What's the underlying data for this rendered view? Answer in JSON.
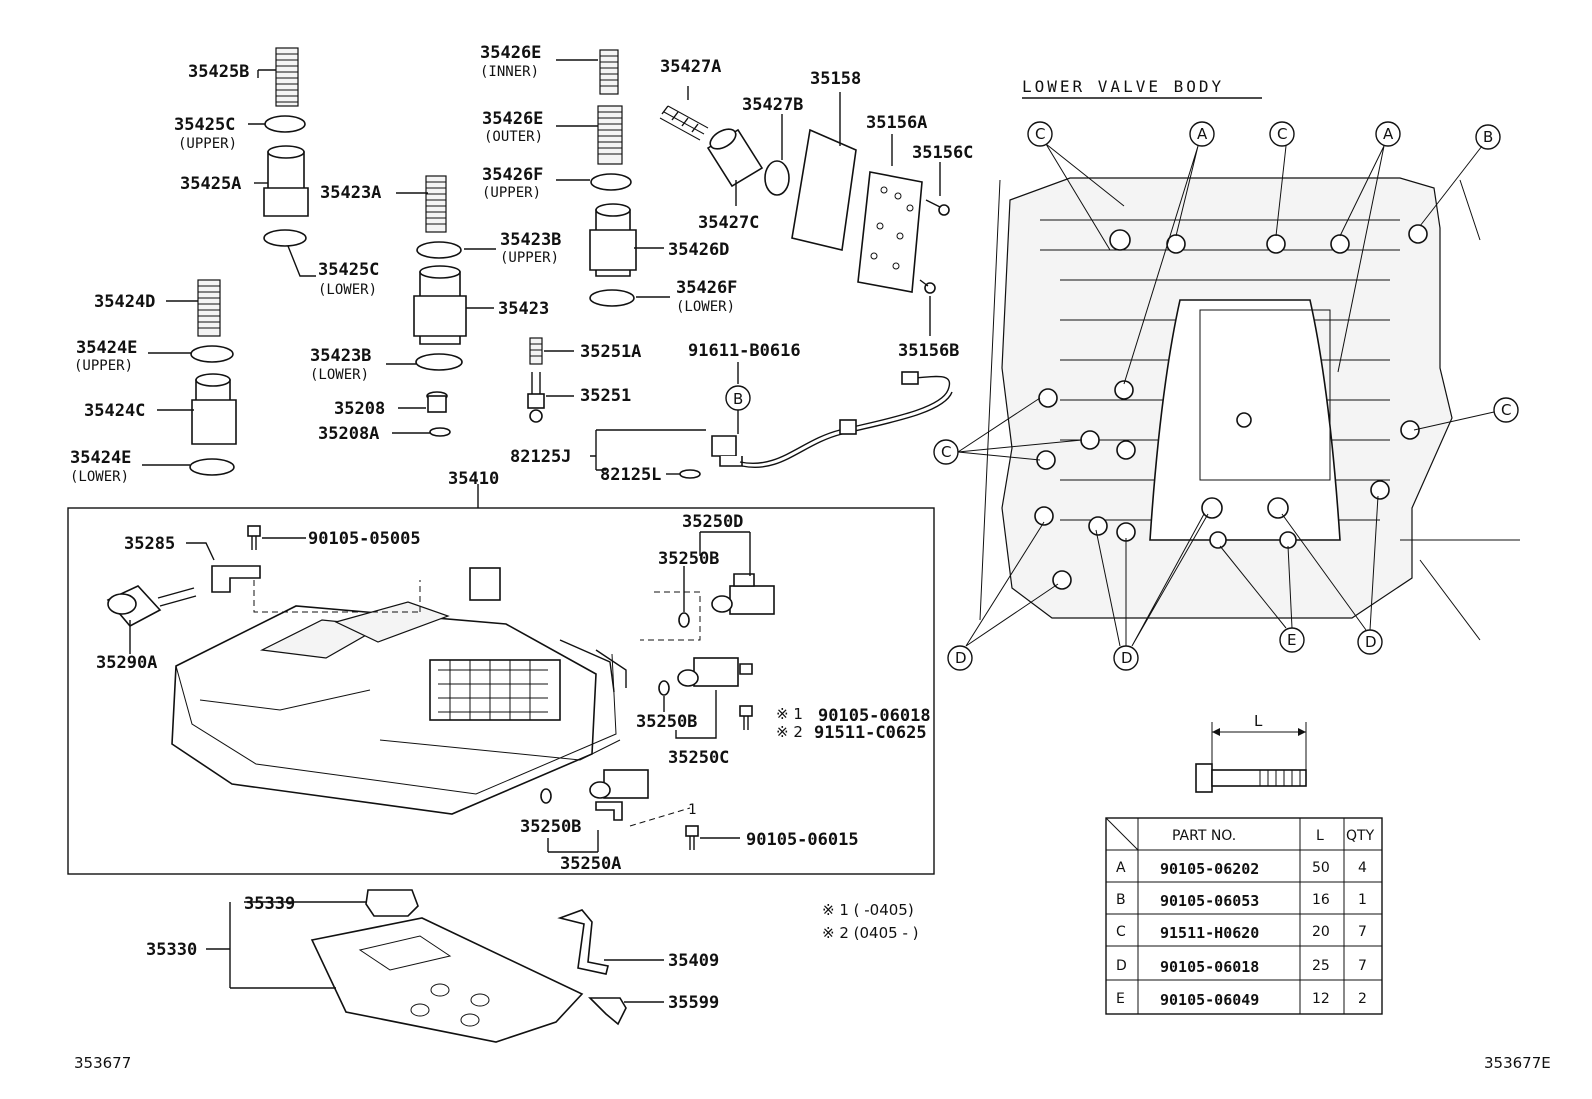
{
  "title": "LOWER VALVE BODY",
  "parts": {
    "p35425B": "35425B",
    "p35425C_u": "35425C",
    "p35425C_u_note": "(UPPER)",
    "p35425A": "35425A",
    "p35425C_l": "35425C",
    "p35425C_l_note": "(LOWER)",
    "p35424D": "35424D",
    "p35424E_u": "35424E",
    "p35424E_u_note": "(UPPER)",
    "p35424C": "35424C",
    "p35424E_l": "35424E",
    "p35424E_l_note": "(LOWER)",
    "p35426E_i": "35426E",
    "p35426E_i_note": "(INNER)",
    "p35426E_o": "35426E",
    "p35426E_o_note": "(OUTER)",
    "p35426F_u": "35426F",
    "p35426F_u_note": "(UPPER)",
    "p35423A": "35423A",
    "p35423B_u": "35423B",
    "p35423B_u_note": "(UPPER)",
    "p35426D": "35426D",
    "p35426F_l": "35426F",
    "p35426F_l_note": "(LOWER)",
    "p35423": "35423",
    "p35423B_l": "35423B",
    "p35423B_l_note": "(LOWER)",
    "p35251A": "35251A",
    "p35251": "35251",
    "p35208": "35208",
    "p35208A": "35208A",
    "p35427A": "35427A",
    "p35427B": "35427B",
    "p35427C": "35427C",
    "p35158": "35158",
    "p35156A": "35156A",
    "p35156C": "35156C",
    "p35156B": "35156B",
    "p91611": "91611-B0616",
    "p82125J": "82125J",
    "p82125L": "82125L",
    "p35410": "35410",
    "p35285": "35285",
    "p90105_05005": "90105-05005",
    "p35290A": "35290A",
    "p35250D": "35250D",
    "p35250B_1": "35250B",
    "p35250B_2": "35250B",
    "p35250C": "35250C",
    "p35250B_3": "35250B",
    "p35250A": "35250A",
    "p90105_06018": "90105-06018",
    "p91511_C0625": "91511-C0625",
    "p90105_06015": "90105-06015",
    "p35339": "35339",
    "p35330": "35330",
    "p35409": "35409",
    "p35599": "35599"
  },
  "notes": {
    "m1": "※ 1",
    "m2": "※ 2",
    "n1": "※ 1 (        -0405)",
    "n2": "※ 2 (0405 -       )",
    "tick": "1"
  },
  "callouts": {
    "A": "A",
    "B": "B",
    "C": "C",
    "D": "D",
    "E": "E"
  },
  "bolt_dim": "L",
  "table": {
    "headers": [
      "",
      "PART NO.",
      "L",
      "QTY"
    ],
    "rows": [
      [
        "A",
        "90105-06202",
        "50",
        "4"
      ],
      [
        "B",
        "90105-06053",
        "16",
        "1"
      ],
      [
        "C",
        "91511-H0620",
        "20",
        "7"
      ],
      [
        "D",
        "90105-06018",
        "25",
        "7"
      ],
      [
        "E",
        "90105-06049",
        "12",
        "2"
      ]
    ]
  },
  "footer": {
    "left": "353677",
    "right": "353677E"
  }
}
